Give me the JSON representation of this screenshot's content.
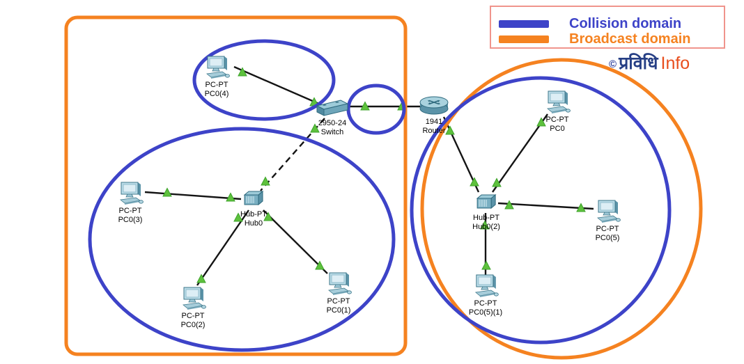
{
  "legend": {
    "items": [
      {
        "label": "Collision domain",
        "color": "#3d43c8"
      },
      {
        "label": "Broadcast domain",
        "color": "#f58220"
      }
    ]
  },
  "watermark": {
    "copyright": "©",
    "brand": "प्रविधि",
    "suffix": "Info"
  },
  "devices": [
    {
      "model": "PC-PT",
      "name": "PC0(4)"
    },
    {
      "model": "2950-24",
      "name": "Switch"
    },
    {
      "model": "1941",
      "name": "Router"
    },
    {
      "model": "Hub-PT",
      "name": "Hub0"
    },
    {
      "model": "PC-PT",
      "name": "PC0(3)"
    },
    {
      "model": "PC-PT",
      "name": "PC0(2)"
    },
    {
      "model": "PC-PT",
      "name": "PC0(1)"
    },
    {
      "model": "PC-PT",
      "name": "PC0"
    },
    {
      "model": "Hub-PT",
      "name": "Hub0(2)"
    },
    {
      "model": "PC-PT",
      "name": "PC0(5)"
    },
    {
      "model": "PC-PT",
      "name": "PC0(5)(1)"
    }
  ],
  "links": [
    {
      "from": "PC0(4)",
      "to": "Switch",
      "style": "solid"
    },
    {
      "from": "Switch",
      "to": "Router",
      "style": "solid"
    },
    {
      "from": "Switch",
      "to": "Hub0",
      "style": "dashed"
    },
    {
      "from": "PC0(3)",
      "to": "Hub0",
      "style": "solid"
    },
    {
      "from": "Hub0",
      "to": "PC0(2)",
      "style": "solid"
    },
    {
      "from": "Hub0",
      "to": "PC0(1)",
      "style": "solid"
    },
    {
      "from": "Router",
      "to": "Hub0(2)",
      "style": "solid"
    },
    {
      "from": "PC0",
      "to": "Hub0(2)",
      "style": "solid"
    },
    {
      "from": "Hub0(2)",
      "to": "PC0(5)",
      "style": "solid"
    },
    {
      "from": "Hub0(2)",
      "to": "PC0(5)(1)",
      "style": "solid"
    }
  ],
  "annotation_colors": {
    "collision_domain": "#3d43c8",
    "broadcast_domain": "#f58220"
  }
}
